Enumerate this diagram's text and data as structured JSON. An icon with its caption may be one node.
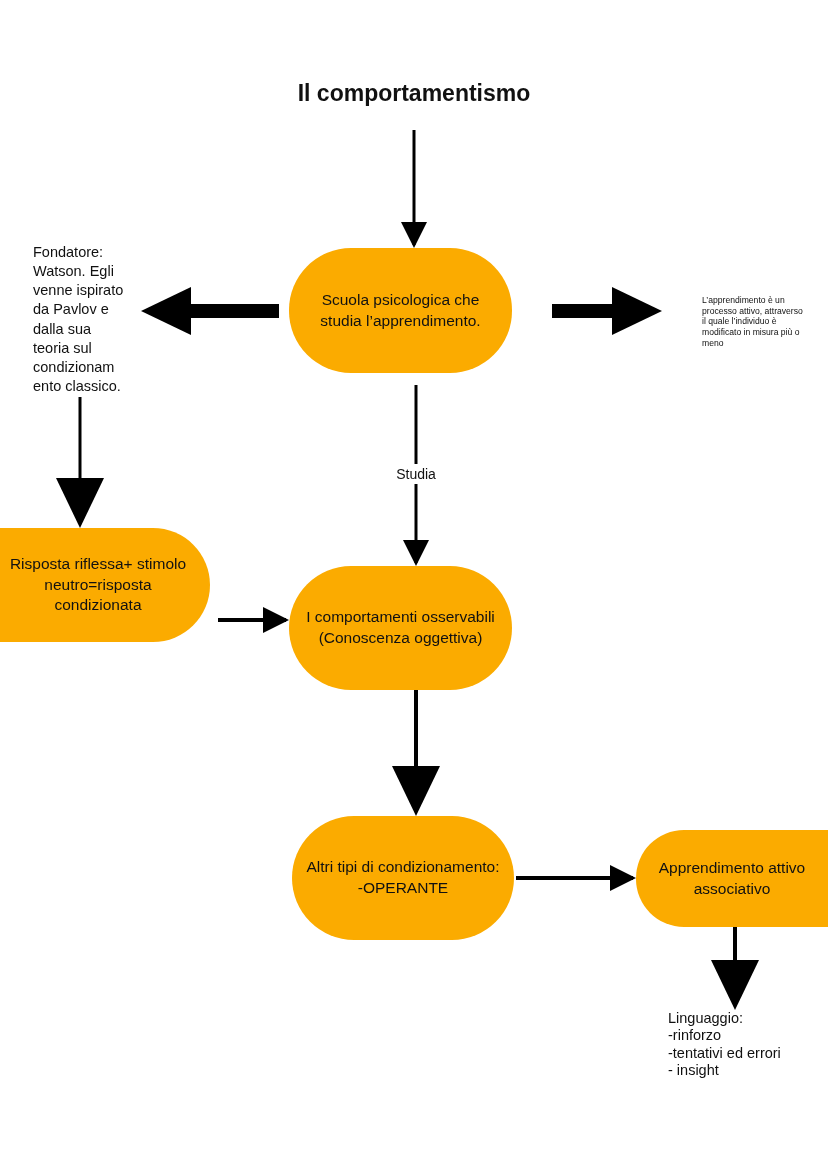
{
  "diagram": {
    "nodes": [
      {
        "text": [
          "Il comportamentismo"
        ]
      },
      {
        "text": [
          "Scuola psicologica che studia l’apprendimento."
        ]
      },
      {
        "text": [
          "Fondatore: Watson. Egli venne ispirato da Pavlov e dalla sua teoria sul condizionam ento classico."
        ]
      },
      {
        "text": [
          "L’apprendimento è un processo attivo, attraverso il quale l’individuo è modificato in misura più o meno"
        ]
      },
      {
        "text": [
          "Risposta riflessa+ stimolo neutro=risposta condizionata"
        ]
      },
      {
        "text": [
          "I comportamenti osservabili (Conoscenza oggettiva)"
        ]
      },
      {
        "text": [
          "Altri tipi di condizionamento: -OPERANTE"
        ]
      },
      {
        "text": [
          "Apprendimento attivo associativo"
        ]
      },
      {
        "text": [
          "Linguaggio:",
          "-rinforzo",
          "-tentativi ed errori",
          "- insight"
        ]
      }
    ],
    "edges": [
      {
        "from": 0,
        "to": 1,
        "arrow": "to"
      },
      {
        "from": 1,
        "to": 2,
        "arrow": "to",
        "style": "thick"
      },
      {
        "from": 1,
        "to": 3,
        "arrow": "to",
        "style": "thick"
      },
      {
        "from": 1,
        "to": 5,
        "arrow": "to",
        "label": "Studia"
      },
      {
        "from": 2,
        "to": 4,
        "arrow": "to"
      },
      {
        "from": 4,
        "to": 5,
        "arrow": "to"
      },
      {
        "from": 5,
        "to": 6,
        "arrow": "to"
      },
      {
        "from": 6,
        "to": 7,
        "arrow": "to"
      },
      {
        "from": 7,
        "to": 8,
        "arrow": "to"
      }
    ]
  }
}
